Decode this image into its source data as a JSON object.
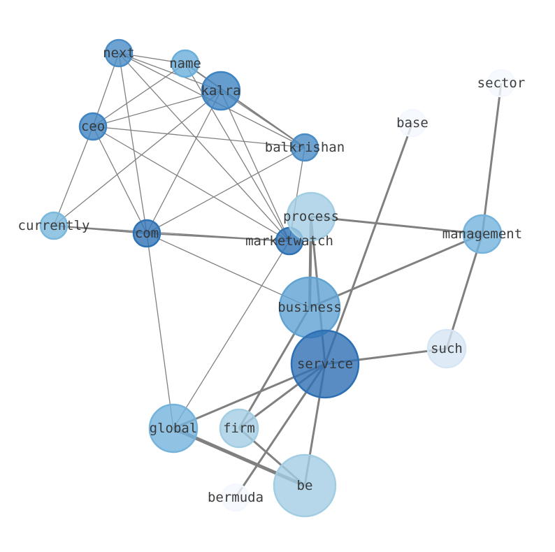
{
  "graph": {
    "nodes": [
      {
        "id": "next",
        "label": "next",
        "color": "#4a8cc6"
      },
      {
        "id": "name",
        "label": "name",
        "color": "#6aaedb"
      },
      {
        "id": "kalra",
        "label": "kalra",
        "color": "#3f84c2"
      },
      {
        "id": "ceo",
        "label": "ceo",
        "color": "#3f84c2"
      },
      {
        "id": "balkrishan",
        "label": "balkrishan",
        "color": "#4a8cc6"
      },
      {
        "id": "currently",
        "label": "currently",
        "color": "#7ab8dd"
      },
      {
        "id": "com",
        "label": "com",
        "color": "#2f73b5"
      },
      {
        "id": "marketwatch",
        "label": "marketwatch",
        "color": "#2f73b5"
      },
      {
        "id": "process",
        "label": "process",
        "color": "#a3cde3"
      },
      {
        "id": "business",
        "label": "business",
        "color": "#5fa3d3"
      },
      {
        "id": "service",
        "label": "service",
        "color": "#2e6fb3"
      },
      {
        "id": "management",
        "label": "management",
        "color": "#74b3dc"
      },
      {
        "id": "such",
        "label": "such",
        "color": "#d6e5f4"
      },
      {
        "id": "sector",
        "label": "sector",
        "color": "#f4f8fe"
      },
      {
        "id": "base",
        "label": "base",
        "color": "#f4f8fe"
      },
      {
        "id": "global",
        "label": "global",
        "color": "#74b3dc"
      },
      {
        "id": "firm",
        "label": "firm",
        "color": "#a3cde3"
      },
      {
        "id": "be",
        "label": "be",
        "color": "#a3cde3"
      },
      {
        "id": "bermuda",
        "label": "bermuda",
        "color": "#f4f8fe"
      }
    ],
    "edges": [
      [
        "next",
        "name",
        1
      ],
      [
        "next",
        "kalra",
        1
      ],
      [
        "next",
        "balkrishan",
        1
      ],
      [
        "next",
        "ceo",
        1
      ],
      [
        "next",
        "com",
        1
      ],
      [
        "next",
        "marketwatch",
        1
      ],
      [
        "name",
        "ceo",
        1
      ],
      [
        "name",
        "balkrishan",
        2
      ],
      [
        "name",
        "marketwatch",
        1
      ],
      [
        "kalra",
        "ceo",
        1
      ],
      [
        "kalra",
        "currently",
        1
      ],
      [
        "kalra",
        "com",
        1
      ],
      [
        "kalra",
        "balkrishan",
        1
      ],
      [
        "kalra",
        "marketwatch",
        1
      ],
      [
        "ceo",
        "balkrishan",
        1
      ],
      [
        "ceo",
        "currently",
        1
      ],
      [
        "ceo",
        "com",
        1
      ],
      [
        "ceo",
        "marketwatch",
        1
      ],
      [
        "balkrishan",
        "com",
        1
      ],
      [
        "balkrishan",
        "marketwatch",
        1
      ],
      [
        "currently",
        "com",
        2
      ],
      [
        "currently",
        "marketwatch",
        1
      ],
      [
        "com",
        "marketwatch",
        2
      ],
      [
        "com",
        "business",
        1
      ],
      [
        "com",
        "global",
        1
      ],
      [
        "marketwatch",
        "global",
        1
      ],
      [
        "process",
        "management",
        3
      ],
      [
        "process",
        "business",
        4
      ],
      [
        "process",
        "service",
        3
      ],
      [
        "management",
        "business",
        3
      ],
      [
        "management",
        "sector",
        3
      ],
      [
        "management",
        "such",
        3
      ],
      [
        "base",
        "service",
        3
      ],
      [
        "service",
        "such",
        3
      ],
      [
        "service",
        "global",
        3
      ],
      [
        "service",
        "firm",
        3
      ],
      [
        "service",
        "bermuda",
        3
      ],
      [
        "service",
        "be",
        3
      ],
      [
        "business",
        "firm",
        3
      ],
      [
        "global",
        "be",
        5
      ],
      [
        "firm",
        "be",
        3
      ]
    ]
  }
}
